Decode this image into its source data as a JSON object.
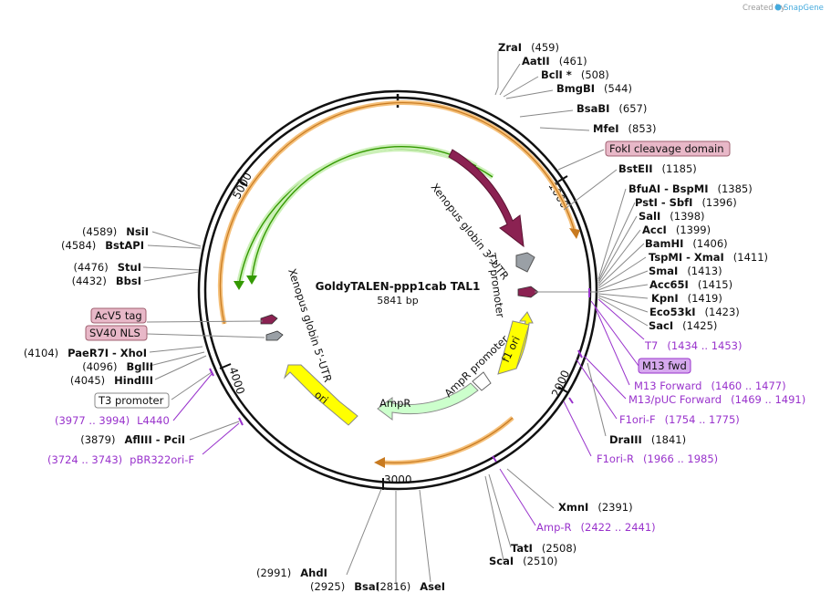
{
  "credit": {
    "prefix": "Created by",
    "brand": "SnapGene"
  },
  "plasmid": {
    "name": "GoldyTALEN-ppp1cab TAL1",
    "length": "5841 bp"
  },
  "ticks": {
    "t1000": "1000",
    "t2000": "2000",
    "t3000": "3000",
    "t4000": "4000",
    "t5000": "5000"
  },
  "features": {
    "xenopus3": "Xenopus globin 3'-UTR",
    "t7prom": "T7 promoter",
    "xenopus5": "Xenopus globin 5'-UTR",
    "ampr": "AmpR",
    "amprprom": "AmpR promoter",
    "ori": "ori",
    "f1ori": "f1 ori"
  },
  "sites_right": [
    {
      "name": "ZraI",
      "pos": "(459)"
    },
    {
      "name": "AatII",
      "pos": "(461)"
    },
    {
      "name": "BclI *",
      "pos": "(508)"
    },
    {
      "name": "BmgBI",
      "pos": "(544)"
    },
    {
      "name": "BsaBI",
      "pos": "(657)"
    },
    {
      "name": "MfeI",
      "pos": "(853)"
    },
    {
      "name": "BstEII",
      "pos": "(1185)"
    },
    {
      "name": "BfuAI  -  BspMI",
      "pos": "(1385)"
    },
    {
      "name": "PstI  -  SbfI",
      "pos": "(1396)"
    },
    {
      "name": "SalI",
      "pos": "(1398)"
    },
    {
      "name": "AccI",
      "pos": "(1399)"
    },
    {
      "name": "BamHI",
      "pos": "(1406)"
    },
    {
      "name": "TspMI  -  XmaI",
      "pos": "(1411)"
    },
    {
      "name": "SmaI",
      "pos": "(1413)"
    },
    {
      "name": "Acc65I",
      "pos": "(1415)"
    },
    {
      "name": "KpnI",
      "pos": "(1419)"
    },
    {
      "name": "Eco53kI",
      "pos": "(1423)"
    },
    {
      "name": "SacI",
      "pos": "(1425)"
    },
    {
      "name": "DraIII",
      "pos": "(1841)"
    },
    {
      "name": "XmnI",
      "pos": "(2391)"
    },
    {
      "name": "TatI",
      "pos": "(2508)"
    },
    {
      "name": "ScaI",
      "pos": "(2510)"
    },
    {
      "name": "AseI",
      "pos": "(2816)"
    },
    {
      "name": "BsaI",
      "pos": "(2925)"
    },
    {
      "name": "AhdI",
      "pos": "(2991)"
    }
  ],
  "sites_left": [
    {
      "name": "NsiI",
      "pos": "(4589)"
    },
    {
      "name": "BstAPI",
      "pos": "(4584)"
    },
    {
      "name": "StuI",
      "pos": "(4476)"
    },
    {
      "name": "BbsI",
      "pos": "(4432)"
    },
    {
      "name": "PaeR7I  -  XhoI",
      "pos": "(4104)"
    },
    {
      "name": "BglII",
      "pos": "(4096)"
    },
    {
      "name": "HindIII",
      "pos": "(4045)"
    },
    {
      "name": "AflIII  -  PciI",
      "pos": "(3879)"
    }
  ],
  "primers": {
    "t7": {
      "name": "T7",
      "range": "(1434 .. 1453)"
    },
    "m13fwd": "M13 fwd",
    "m13forward": {
      "name": "M13 Forward",
      "range": "(1460 .. 1477)"
    },
    "m13puc": {
      "name": "M13/pUC Forward",
      "range": "(1469 .. 1491)"
    },
    "f1orif": {
      "name": "F1ori-F",
      "range": "(1754 .. 1775)"
    },
    "f1orir": {
      "name": "F1ori-R",
      "range": "(1966 .. 1985)"
    },
    "ampr": {
      "name": "Amp-R",
      "range": "(2422 .. 2441)"
    },
    "l4440": {
      "name": "L4440",
      "range": "(3977 .. 3994)"
    },
    "pbr322": {
      "name": "pBR322ori-F",
      "range": "(3724 .. 3743)"
    }
  },
  "boxed": {
    "foki": "FokI cleavage domain",
    "acv5": "AcV5 tag",
    "sv40": "SV40 NLS",
    "t3": "T3 promoter"
  },
  "colors": {
    "xenopus": "#8b2252",
    "t7": "#9aa0a6",
    "f1ori": "#ffff00",
    "ori": "#ffff00",
    "ampr": "#ccffcc",
    "green_arc": "#339900",
    "orange": "#f5c07a",
    "purple": "#9933cc",
    "pinkbox": "#e8b8c8",
    "purplebox": "#d6a9ee"
  }
}
